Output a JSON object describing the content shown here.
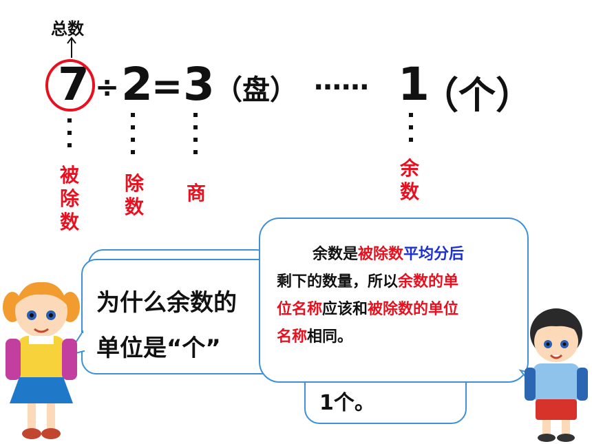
{
  "top_label": "总数",
  "equation": {
    "dividend": "7",
    "div_sign": "÷",
    "divisor": "2",
    "eq_sign": "=",
    "quotient": "3",
    "unit1": "（盘）",
    "ellipsis": "……",
    "remainder": "1",
    "unit2": "（个）"
  },
  "labels": {
    "dividend": [
      "被",
      "除",
      "数"
    ],
    "divisor": [
      "除",
      "数"
    ],
    "quotient": "商",
    "remainder": [
      "余",
      "数"
    ]
  },
  "left_bubble": {
    "line1": "为什么余数的",
    "line2": "单位是“个”"
  },
  "behind_bubble": {
    "text": "1个。"
  },
  "right_bubble": {
    "l1_a": "余数是",
    "l1_b": "被除数",
    "l1_c": "平均分后",
    "l2_a": "剩下的数量，所以",
    "l2_b": "余数的单",
    "l3_a": "位名称",
    "l3_b": "应该和",
    "l3_c": "被除数的单位",
    "l4_a": "名称",
    "l4_b": "相同。"
  },
  "colors": {
    "highlight_red": "#e8101e",
    "highlight_blue": "#1a2fd6",
    "bubble_border": "#3d8fd6"
  }
}
